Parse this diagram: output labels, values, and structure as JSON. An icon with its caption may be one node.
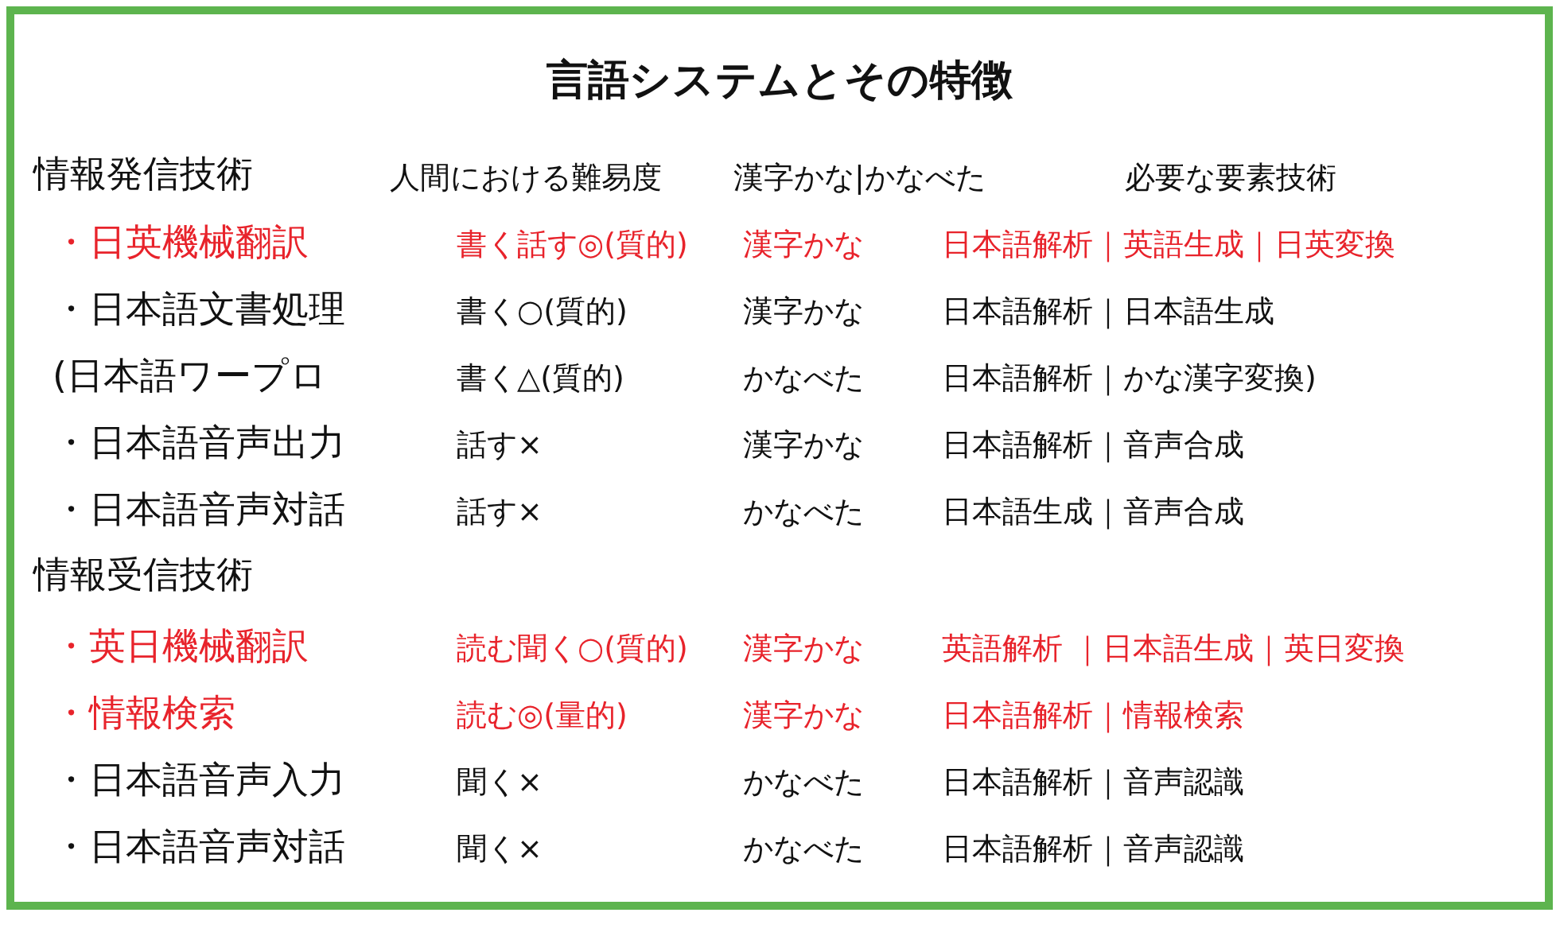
{
  "diagram": {
    "title": "言語システムとその特徴",
    "labels": [
      "情報発信技術",
      "人間における難易度",
      "漢字かな|かなべた",
      "必要な要素技術",
      "・日英機械翻訳",
      "書く話す◎(質的)",
      "漢字かな",
      "日本語解析｜英語生成｜日英変換",
      "・日本語文書処理",
      "書く○(質的)",
      "漢字かな",
      "日本語解析｜日本語生成",
      "(日本語ワープロ",
      "書く△(質的)",
      "かなべた",
      "日本語解析｜かな漢字変換)",
      "・日本語音声出力",
      "話す×",
      "漢字かな",
      "日本語解析｜音声合成",
      "・日本語音声対話",
      "話す×",
      "かなべた",
      "日本語生成｜音声合成",
      "情報受信技術",
      "・英日機械翻訳",
      "読む聞く○(質的)",
      "漢字かな",
      "英語解析 ｜日本語生成｜英日変換",
      "・情報検索",
      "読む◎(量的)",
      "漢字かな",
      "日本語解析｜情報検索",
      "・日本語音声入力",
      "聞く×",
      "かなべた",
      "日本語解析｜音声認識",
      "・日本語音声対話",
      "聞く×",
      "かなべた",
      "日本語解析｜音声認識"
    ]
  }
}
